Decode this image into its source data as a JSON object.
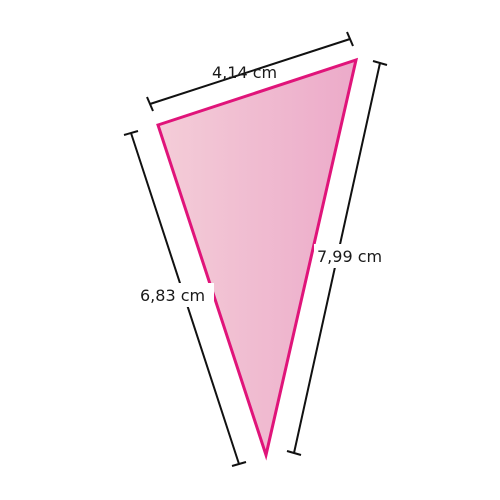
{
  "figure": {
    "shape": "triangle",
    "fill_gradient": [
      "#f4cdd8",
      "#ecaac9"
    ],
    "stroke_color": "#e0147a",
    "dimension_line_color": "#111111"
  },
  "measurements": {
    "top": "4,14 cm",
    "right": "7,99 cm",
    "left": "6,83 cm"
  }
}
